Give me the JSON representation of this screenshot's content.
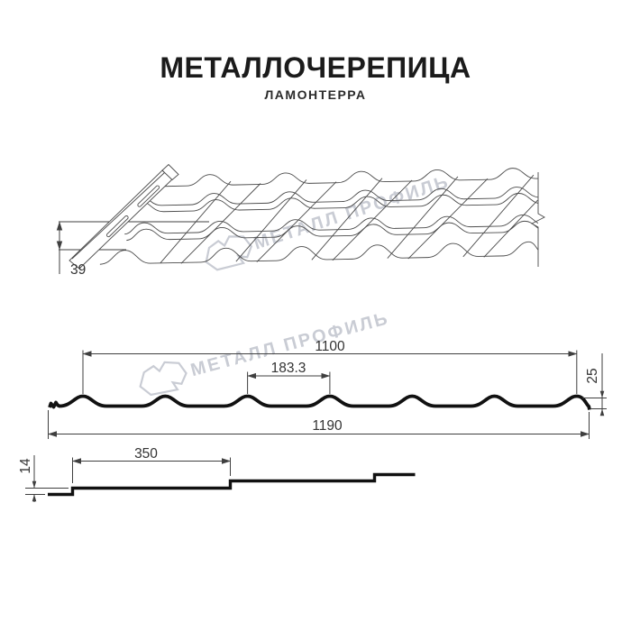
{
  "header": {
    "title": "МЕТАЛЛОЧЕРЕПИЦА",
    "subtitle": "ЛАМОНТЕРРА"
  },
  "watermark": {
    "brand_text": "МЕТАЛЛ ПРОФИЛЬ",
    "color": "#c9ccd4"
  },
  "perspective_view": {
    "profile_height_mm": "39"
  },
  "cross_section": {
    "total_width_mm": "1190",
    "cover_width_mm": "1100",
    "wave_pitch_mm": "183.3",
    "profile_height_mm": "25"
  },
  "overlap_profile": {
    "tile_module_mm": "350",
    "step_height_mm": "14"
  },
  "colors": {
    "line": "#3f3f3f",
    "profile_line": "#111111",
    "watermark": "#c9ccd4",
    "background": "#ffffff"
  }
}
